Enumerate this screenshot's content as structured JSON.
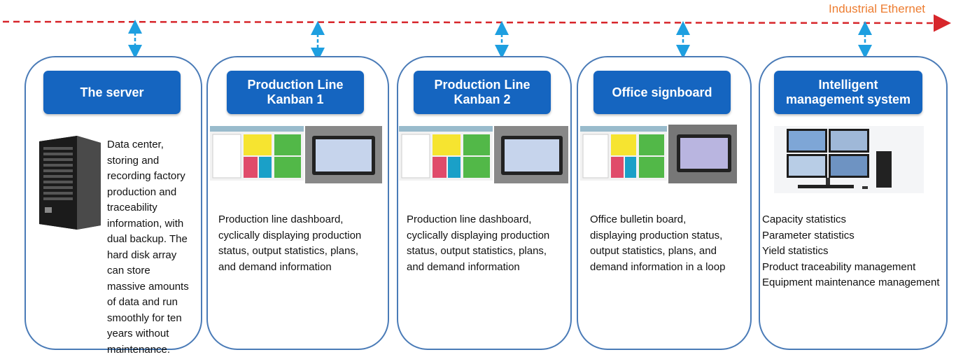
{
  "network": {
    "label": "Industrial Ethernet",
    "line_color": "#D7262B",
    "label_color": "#ED7D31"
  },
  "accent": "#1565C0",
  "panels": [
    {
      "title": "The server",
      "description": "Data center,\nstoring and\nrecording factory\nproduction and\ntraceability\ninformation, with\ndual backup. The\nhard disk array\ncan store\nmassive amounts\nof data and run\nsmoothly for ten\nyears without\nmaintenance.",
      "image": "server-tower-icon"
    },
    {
      "title": "Production Line\nKanban 1",
      "description": "Production line dashboard,\ncyclically displaying production\nstatus, output statistics, plans,\nand demand information",
      "image": "kanban-dashboard-image"
    },
    {
      "title": "Production Line\nKanban 2",
      "description": "Production line dashboard,\ncyclically displaying production\nstatus, output statistics, plans,\nand demand information",
      "image": "kanban-dashboard-image"
    },
    {
      "title": "Office signboard",
      "description": "Office bulletin board,\ndisplaying production status,\noutput statistics, plans, and\ndemand information in a loop",
      "image": "office-board-image"
    },
    {
      "title": "Intelligent\nmanagement system",
      "description": "Capacity statistics\nParameter statistics\nYield statistics\nProduct traceability management\nEquipment maintenance management",
      "image": "multi-monitor-workstation-icon"
    }
  ]
}
